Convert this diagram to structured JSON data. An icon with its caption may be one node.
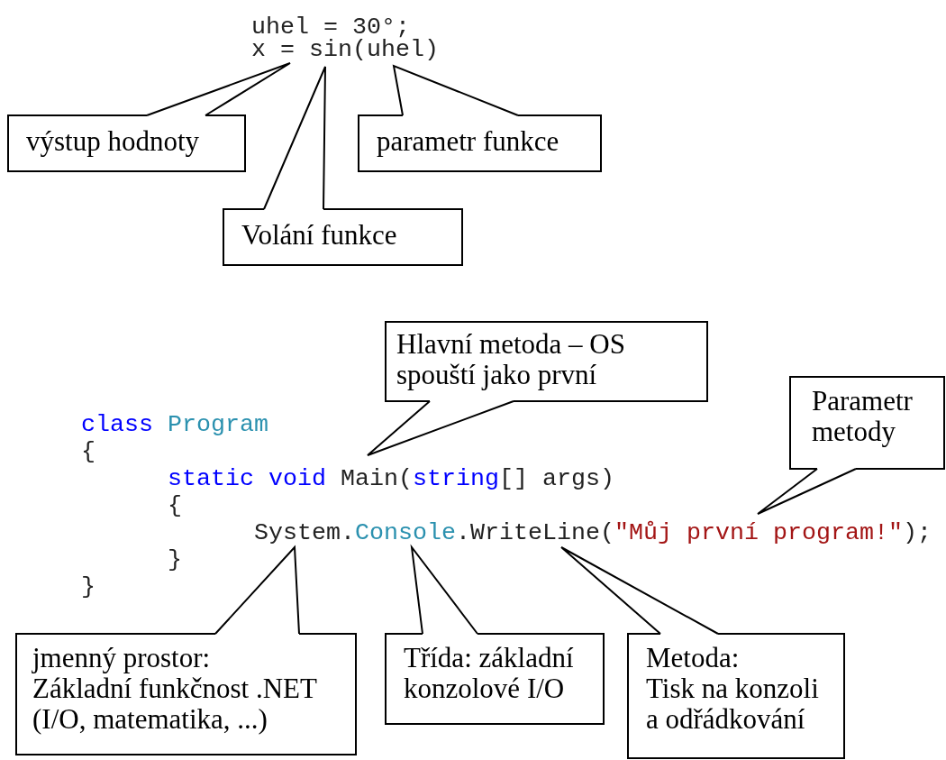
{
  "diagram": {
    "nodes": [
      {
        "text": [
          "výstup hodnoty"
        ]
      },
      {
        "text": [
          "parametr funkce"
        ]
      },
      {
        "text": [
          "Volání funkce"
        ]
      },
      {
        "text": [
          "Hlavní metoda – OS spouští jako první"
        ]
      },
      {
        "text": [
          "Parametr metody"
        ]
      },
      {
        "text": [
          "jmenný prostor:",
          "Základní funkčnost .NET (I/O, matematika, ...)"
        ]
      },
      {
        "text": [
          "Třída: základní konzolové I/O"
        ]
      },
      {
        "text": [
          "Metoda:",
          "Tisk na konzoli a odřádkování"
        ]
      }
    ],
    "edges": [
      {
        "from": 0,
        "to": null,
        "arrow": "none"
      },
      {
        "from": 1,
        "to": null,
        "arrow": "none"
      },
      {
        "from": 2,
        "to": null,
        "arrow": "none"
      },
      {
        "from": 3,
        "to": null,
        "arrow": "none"
      },
      {
        "from": 4,
        "to": null,
        "arrow": "none"
      },
      {
        "from": 5,
        "to": null,
        "arrow": "none"
      },
      {
        "from": 6,
        "to": null,
        "arrow": "none"
      },
      {
        "from": 7,
        "to": null,
        "arrow": "none"
      }
    ],
    "labels": [
      "uhel = 30°;",
      "x = sin(uhel)",
      "class",
      "Program",
      "{",
      "static void",
      "Main(",
      "string",
      "[] args)",
      "{",
      "System.",
      "Console",
      ".WriteLine(",
      "\"Můj první program!\"",
      ");",
      "}",
      "}"
    ]
  }
}
